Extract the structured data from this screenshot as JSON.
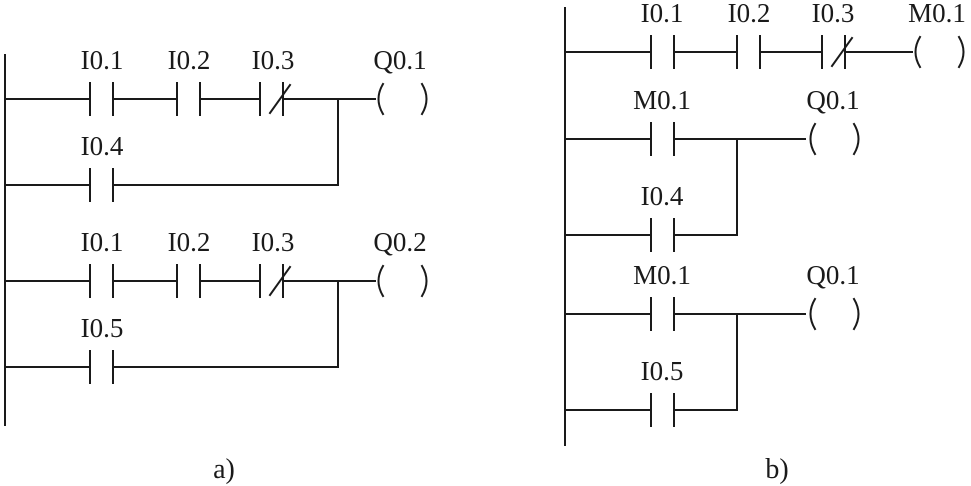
{
  "panel_a": {
    "caption": "a)",
    "rung1": {
      "contacts": [
        "I0.1",
        "I0.2",
        "I0.3"
      ],
      "coil": "Q0.1"
    },
    "rung1_branch": {
      "contact": "I0.4"
    },
    "rung2": {
      "contacts": [
        "I0.1",
        "I0.2",
        "I0.3"
      ],
      "coil": "Q0.2"
    },
    "rung2_branch": {
      "contact": "I0.5"
    }
  },
  "panel_b": {
    "caption": "b)",
    "rung1": {
      "contacts": [
        "I0.1",
        "I0.2",
        "I0.3"
      ],
      "coil": "M0.1"
    },
    "rung2": {
      "contact": "M0.1",
      "coil": "Q0.1",
      "branch_contact": "I0.4"
    },
    "rung3": {
      "contact": "M0.1",
      "coil": "Q0.1",
      "branch_contact": "I0.5"
    }
  },
  "contact_types": {
    "I0.3": "normally-closed"
  },
  "colors": {
    "line": "#1a1a1a",
    "background": "#ffffff"
  }
}
